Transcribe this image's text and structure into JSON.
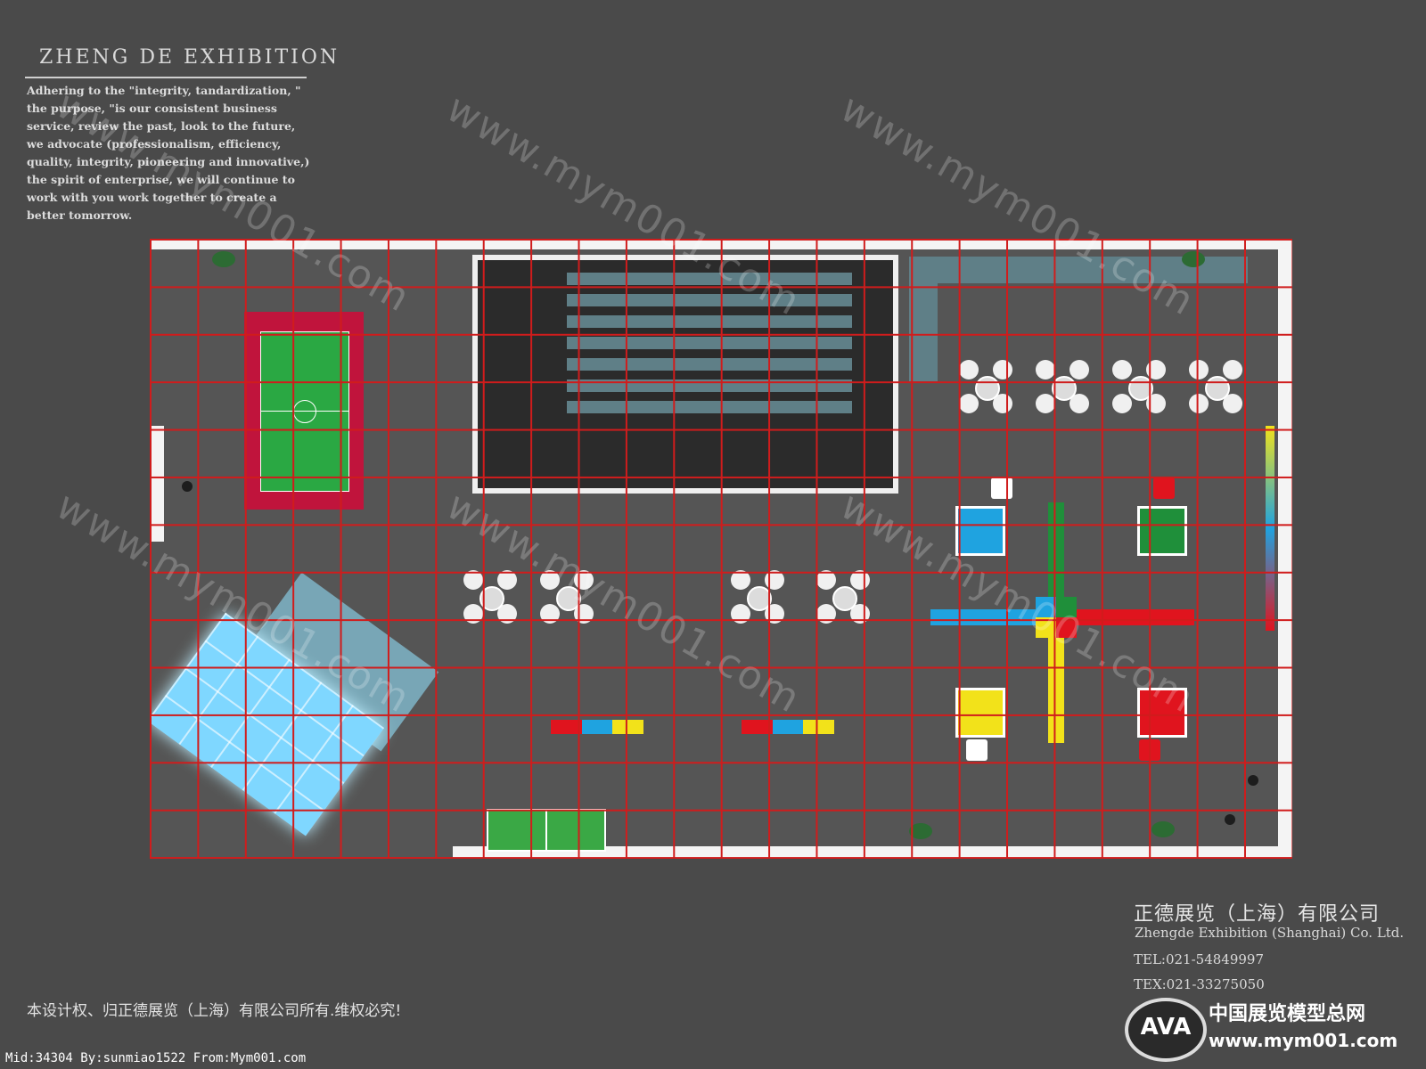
{
  "brand": {
    "title": "ZHENG DE EXHIBITION",
    "slogan": "Adhering to the \"integrity, tandardization, \" the purpose, \"is our consistent business service, review the past, look to the future, we advocate (professionalism, efficiency, quality, integrity, pioneering and innovative,) the spirit of enterprise, we will continue to work with you work together to create a better tomorrow."
  },
  "watermark": "www.mym001.com",
  "company": {
    "name_zh": "正德展览（上海）有限公司",
    "name_en": "Zhengde Exhibition (Shanghai) Co. Ltd.",
    "tel": "TEL:021-54849997",
    "fax": "TEX:021-33275050"
  },
  "copyright": "本设计权、归正德展览（上海）有限公司所有.维权必究!",
  "logo": {
    "badge": "AVA",
    "name_zh": "中国展览模型总网",
    "url": "www.mym001.com"
  },
  "footer_meta": "Mid:34304 By:sunmiao1522 From:Mym001.com",
  "colors": {
    "background": "#4a4a4a",
    "grid": "#d01c1c",
    "court": "#c0143c",
    "turf": "#2aa843"
  }
}
